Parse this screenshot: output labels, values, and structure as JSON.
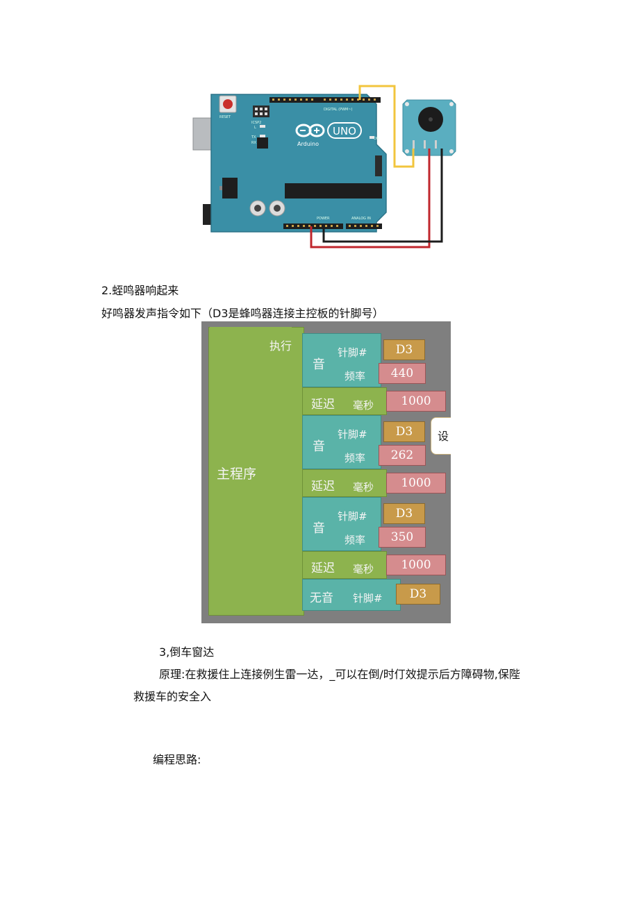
{
  "heading_buzzer": "2.蛭鸣器响起来",
  "buzzer_intro": "好鸣器发声指令如下（D3是蜂鸣器连接主控板的针脚号）",
  "program": {
    "main_label": "主程序",
    "exec_label": "执行",
    "tone_label": "音",
    "pin_label": "针脚#",
    "freq_label": "频率",
    "delay_label": "延迟",
    "ms_label": "毫秒",
    "notone_label": "无音",
    "comment_char": "设",
    "tones": [
      {
        "pin": "D3",
        "freq": "440",
        "delay": "1000"
      },
      {
        "pin": "D3",
        "freq": "262",
        "delay": "1000"
      },
      {
        "pin": "D3",
        "freq": "350",
        "delay": "1000"
      }
    ],
    "notone_pin": "D3"
  },
  "board": {
    "brand": "Arduino",
    "model": "UNO",
    "reset_label": "RESET",
    "icsp_label": "ICSP2",
    "digital_label": "DIGITAL (PWM~)",
    "power_label": "POWER",
    "analog_label": "ANALOG IN",
    "on_label": "ON",
    "l_label": "L",
    "tx_label": "TX",
    "rx_label": "RX"
  },
  "heading_radar": "3,倒车窗达",
  "radar_line1": "原理:在救援住上连接例生雷一达，_可以在倒/时仃效提示后方障碍物,保陛",
  "radar_line2": "救援车的安全入",
  "programming_label": "编程思路:",
  "colors": {
    "board": "#3a8fa6",
    "sensor": "#5aaec0",
    "main_block": "#8db34e",
    "tone_block": "#5ab3a8",
    "delay_block": "#8db34e",
    "pin_value": "#c89a4a",
    "number_value": "#d58c8e",
    "wire_signal": "#f2c53d",
    "wire_power": "#c0262c",
    "wire_ground": "#1c1c1c"
  }
}
